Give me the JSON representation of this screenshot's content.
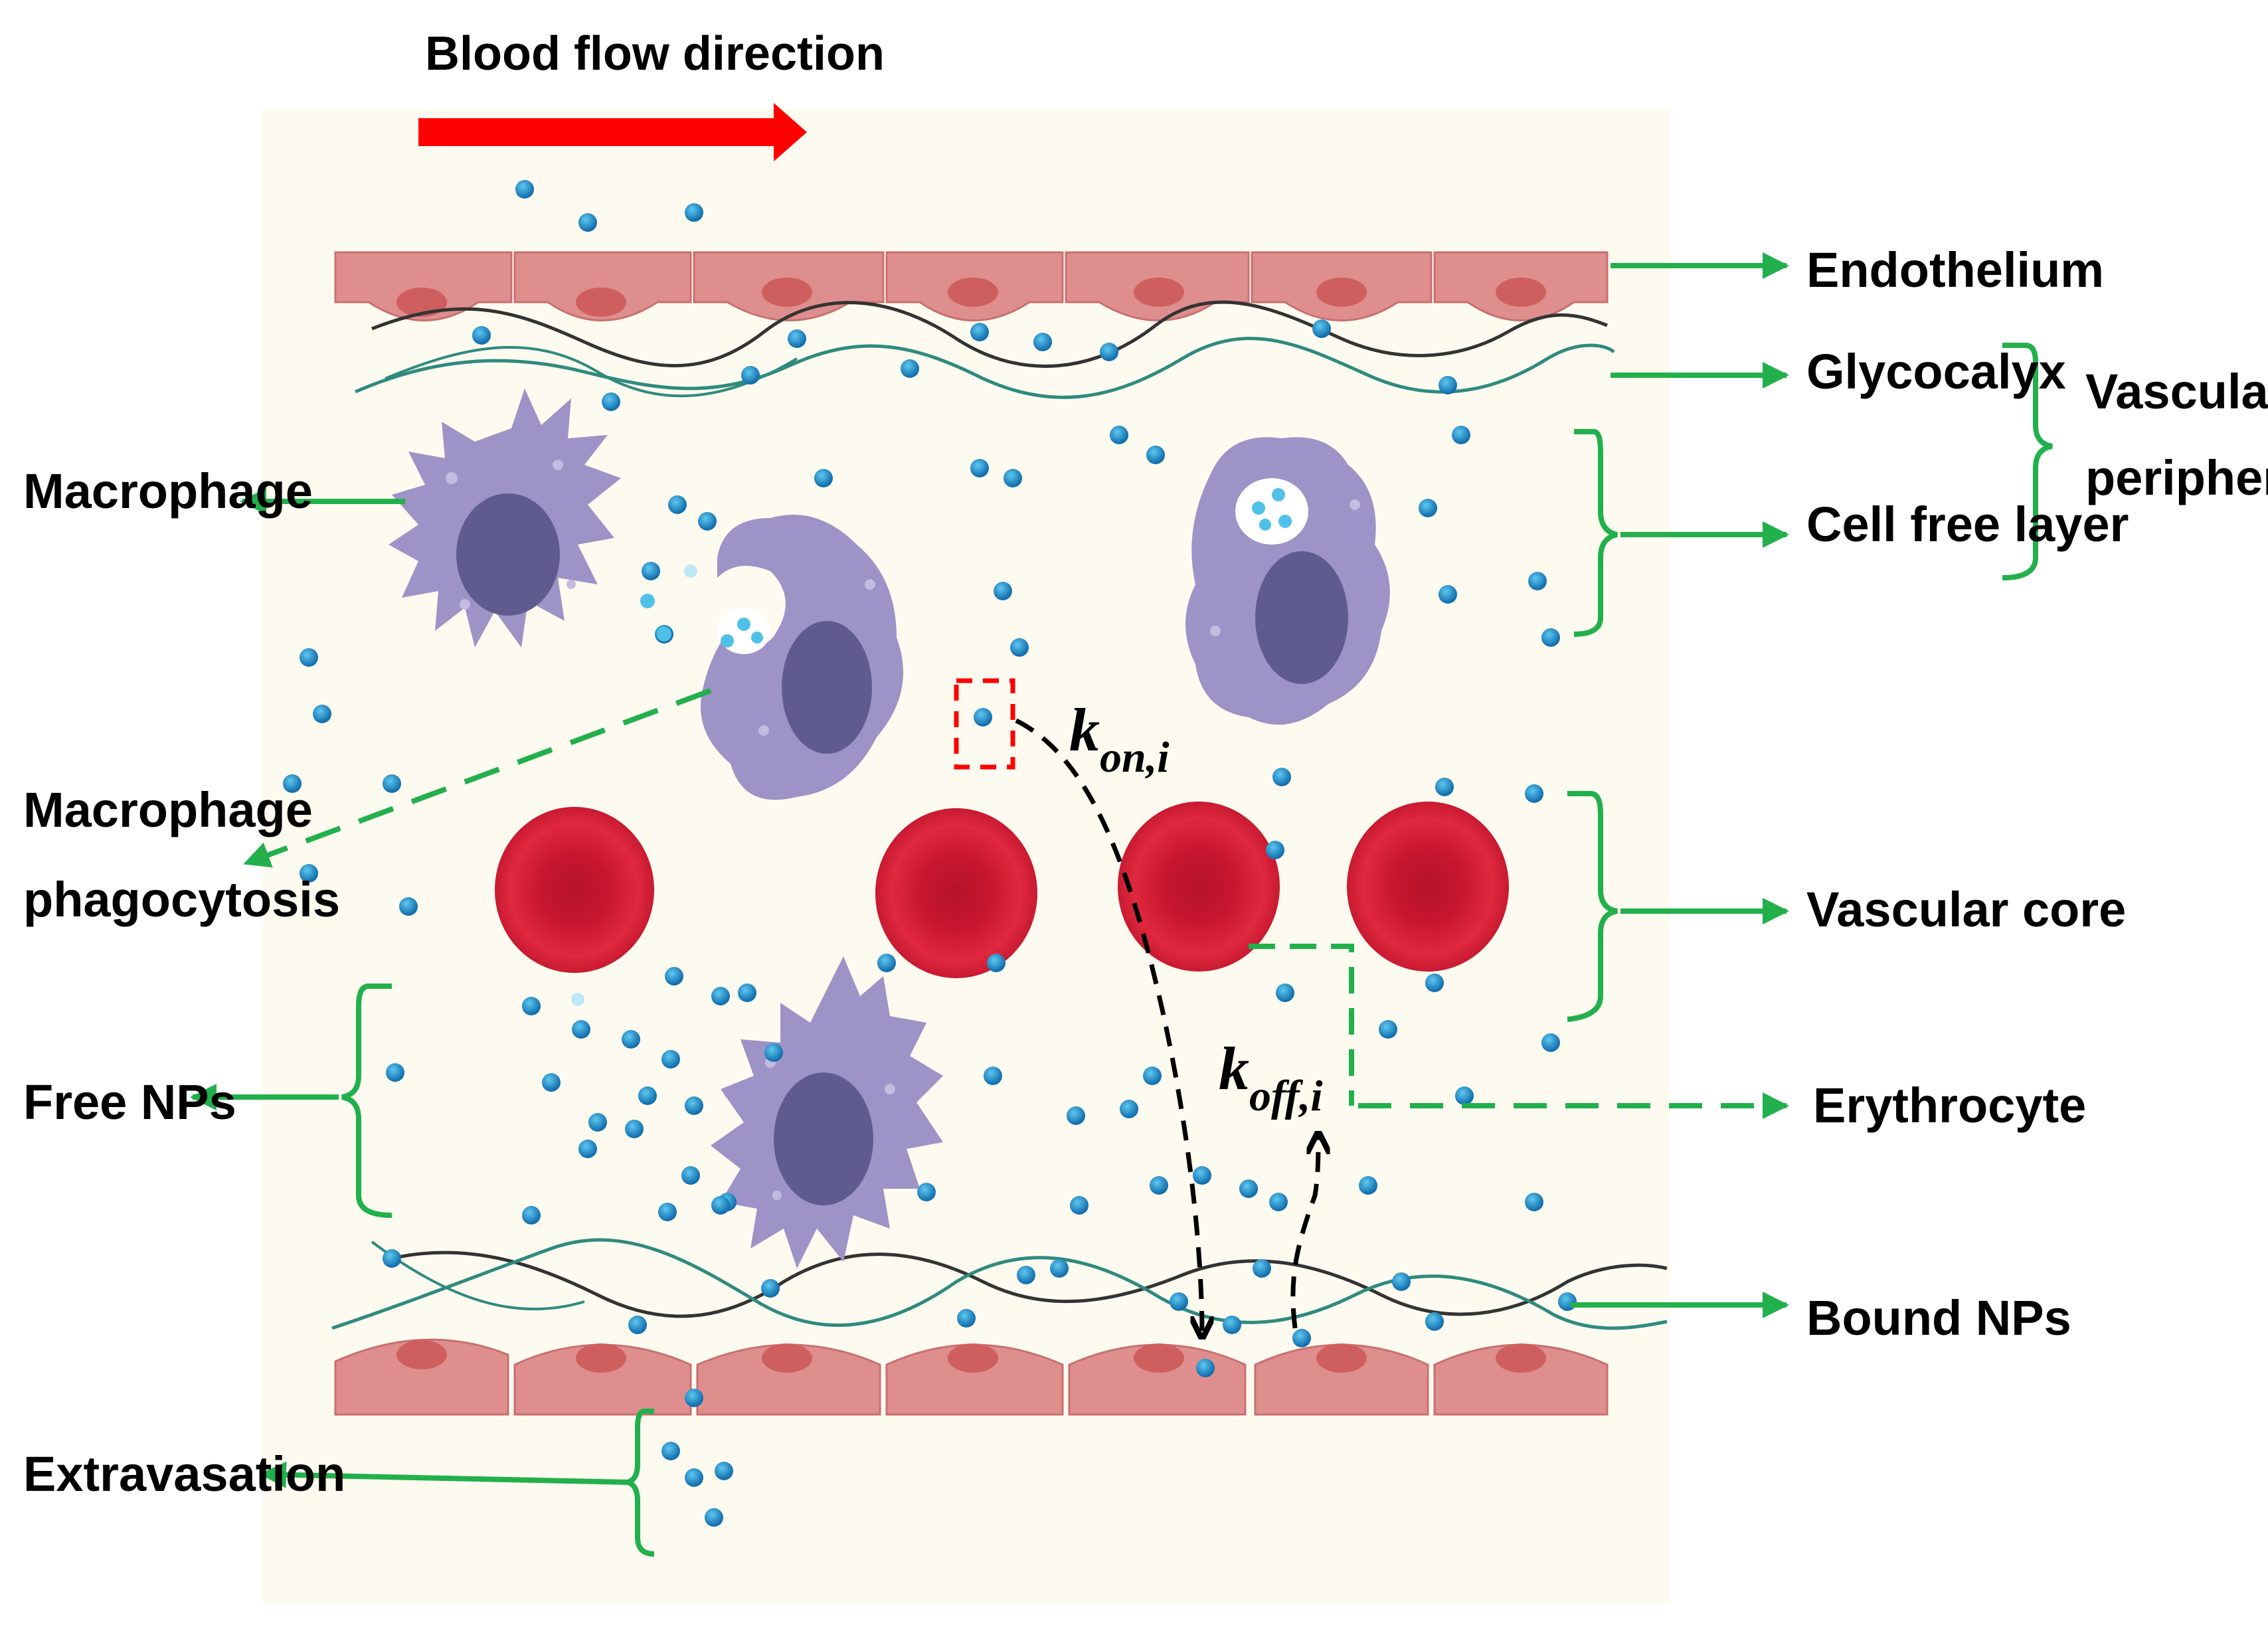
{
  "title": "Blood flow direction",
  "labels": {
    "endothelium": "Endothelium",
    "glycocalyx": "Glycocalyx",
    "vascular_periphery_line1": "Vascular",
    "vascular_periphery_line2": "periphery",
    "cell_free_layer": "Cell free layer",
    "vascular_core": "Vascular core",
    "erythrocyte": "Erythrocyte",
    "bound_nps": "Bound NPs",
    "macrophage": "Macrophage",
    "macrophage_phagocytosis_line1": "Macrophage",
    "macrophage_phagocytosis_line2": "phagocytosis",
    "free_nps": "Free NPs",
    "extravasation": "Extravasation"
  },
  "rates": {
    "k_on": {
      "base": "k",
      "sub": "on,i"
    },
    "k_off": {
      "base": "k",
      "sub": "off,i"
    }
  },
  "colors": {
    "flow_arrow": "#ff0000",
    "annotation_green": "#22b04c",
    "endothelium": "#df8e8e",
    "endothelium_nucleus": "#cf5f5f",
    "glycocalyx_teal": "#2f8a7e",
    "glycocalyx_dark": "#333333",
    "macrophage": "#9d93c6",
    "macrophage_nucleus": "#5f5b8f",
    "erythrocyte": "#d6213a",
    "nanoparticle": "#1e88c8",
    "background": "#fdfaf0"
  },
  "icons": [
    "macrophage-icon",
    "erythrocyte-icon",
    "endothelial-cell-icon",
    "nanoparticle-icon"
  ]
}
